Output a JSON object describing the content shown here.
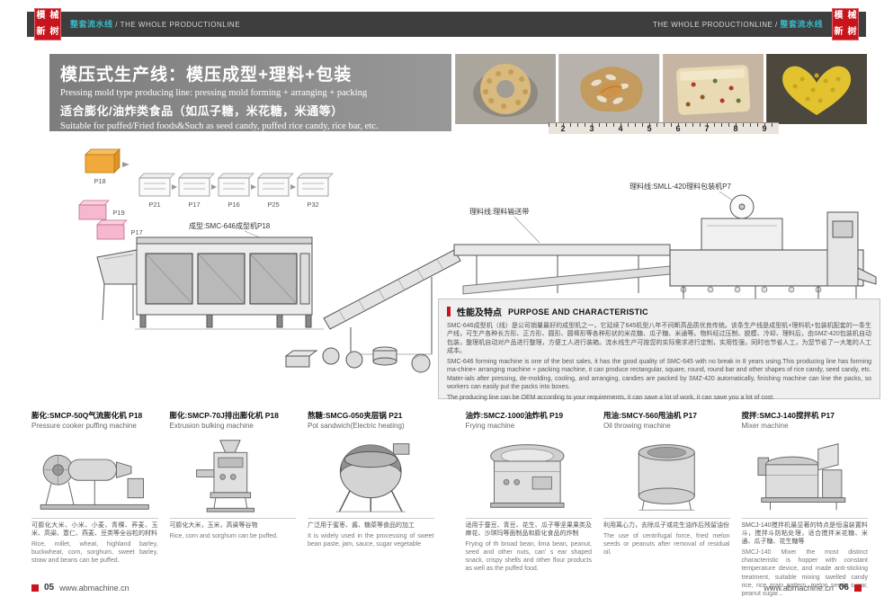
{
  "header": {
    "stamp_chars": [
      "模",
      "械",
      "新",
      "树"
    ],
    "left_cn": "整套流水线",
    "left_en": " / THE WHOLE PRODUCTIONLINE",
    "right_en": "THE WHOLE PRODUCTIONLINE / ",
    "right_cn": "整套流水线"
  },
  "title_block": {
    "line1": "模压式生产线：模压成型+理料+包装",
    "line2": "Pressing mold type producing line: pressing mold forming + arranging + packing",
    "line3": "适合膨化/油炸类食品（如瓜子糖，米花糖，米通等）",
    "line4": "Suitable for puffed/Fried foods&Such as seed candy, puffed rice candy, rice bar, etc."
  },
  "photos": {
    "items": [
      "puffed rice ring",
      "seed candy",
      "rice bar",
      "heart shaped puffed candy"
    ]
  },
  "ruler": {
    "numbers": [
      "2",
      "3",
      "4",
      "5",
      "6",
      "7",
      "8",
      "9"
    ]
  },
  "diagram": {
    "flow_labels": {
      "orange": "P18",
      "row": [
        "P21",
        "P17",
        "P16",
        "P25",
        "P32"
      ],
      "pink": [
        "P19",
        "P17"
      ]
    },
    "labels": {
      "packing": "理料线:SMLL-420理料包装机P7",
      "conveyor": "理料线:理料输送带",
      "forming": "成型:SMC-646成型机P18"
    }
  },
  "purpose": {
    "title_cn": "性能及特点",
    "title_en": "PURPOSE AND CHARACTERISTIC",
    "body_cn": "SMC-646成型机（线）是公司销量最好的成型机之一，它延续了645机型八年不间断高品质优良传统。该条生产线是成型机+理料机+包装机配套的一条生产线，可生产各种长方形、正方形、圆形、圆棒形等各种形状的米花糖、瓜子糖、米通等。物料经过压制、脱模、冷却、理料后，由SMZ-420包装机自动包装，整理机自动对产品进行整理，方便工人进行装箱。流水线生产可按您的实际需求进行定制，实用性强，同时也节省人工，为您节省了一大笔的人工成本。",
    "body_en1": "SMC-646 forming machine is one of the best sales, it has the good quality of SMC-645 with no break in 8 years using.This producing line has forming ma-chine+ arranging machine + packing machine, it can produce rectangular, square, round, round bar and other shapes of rice candy, seed candy, etc. Mater-ials after pressing, de-molding, cooling, and arranging, candies are packed by SMZ-420 automatically, finishing machine can line the packs, so workers can easily put the packs into boxes.",
    "body_en2": "The producing line can be OEM according to your requirements, it can save a lot of work, it can save you a lot of cost."
  },
  "machines": [
    {
      "title_cn": "膨化:SMCP-50Q气流膨化机 P18",
      "title_en": "Pressure cooker puffing machine",
      "desc_cn": "可膨化大米、小米、小麦、青稞、荞麦、玉米、高粱、薏仁、燕麦、豆类等全谷粒的材料",
      "desc_en": "Rice, millet, wheat, highland barley, buckwheat, corn, sorghum, sweet barley, straw and beans can be puffed."
    },
    {
      "title_cn": "膨化:SMCP-70J排出膨化机 P18",
      "title_en": "Extrusion bulking machine",
      "desc_cn": "可膨化大米，玉米，高粱等谷物",
      "desc_en": "Rice, corn and sorghum can be puffed."
    },
    {
      "title_cn": "熬糖:SMCG-050夹层锅 P21",
      "title_en": "Pot sandwich(Electric heating)",
      "desc_cn": "广泛用于蜜枣、酱、糖菜等食品的加工",
      "desc_en": "It is widely used in the processing of sweet bean paste, jam, sauce, sugar vegetable"
    },
    {
      "title_cn": "油炸:SMCZ-1000油炸机 P19",
      "title_en": "Frying machine",
      "desc_cn": "适用于蚕豆、青豆、花生、瓜子等坚果果类及麻花、沙琪玛等面制品和膨化食品的炸制",
      "desc_en": "Frying of th broad bean, lima bean, peanut, seed and other nuts, can' s ear shaped snack, crispy shells and other flour products as well as the puffed food."
    },
    {
      "title_cn": "甩油:SMCY-560甩油机 P17",
      "title_en": "Oil throwing machine",
      "desc_cn": "利用离心力，去除瓜子或花生油炸后残留油份",
      "desc_en": "The use of centrifugal force, fried melon seeds or peanuts after removal of residual oil."
    },
    {
      "title_cn": "搅拌:SMCJ-140搅拌机 P17",
      "title_en": "Mixer machine",
      "desc_cn": "SMCJ-140搅拌机最显著的特点是恒温装置料斗，搅拌斗防粘处理，适合搅拌米花糖、米通、瓜子糖、花生糖等",
      "desc_en": "SMCJ-140 Mixer the most distinct characteristic is hopper with constant temperature device, and made anti-sticking treatment, suitable mixing swelled candy rice, rice grain pattern, melon seeds sugar, peanut sugar..."
    }
  ],
  "footer": {
    "left_page": "05",
    "left_url": "www.abmachine.cn",
    "right_url": "www.abmachine.cn",
    "right_page": "06"
  }
}
